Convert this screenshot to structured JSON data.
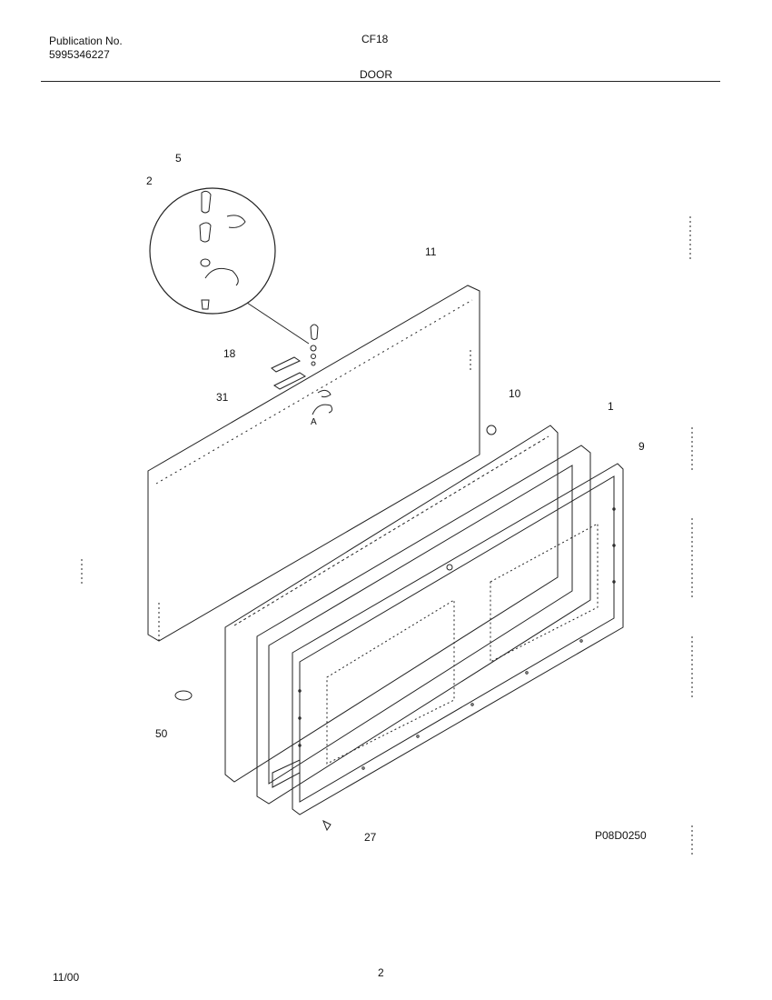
{
  "header": {
    "publication_label": "Publication No.",
    "publication_number": "5995346227",
    "model": "CF18",
    "section_title": "DOOR"
  },
  "callouts": {
    "c5": "5",
    "c2": "2",
    "c11": "11",
    "c18": "18",
    "c31": "31",
    "c10": "10",
    "c1": "1",
    "c9": "9",
    "c50": "50",
    "c27": "27",
    "detail_a": "A"
  },
  "diagram_code": "P08D0250",
  "footer": {
    "date": "11/00",
    "page": "2"
  }
}
